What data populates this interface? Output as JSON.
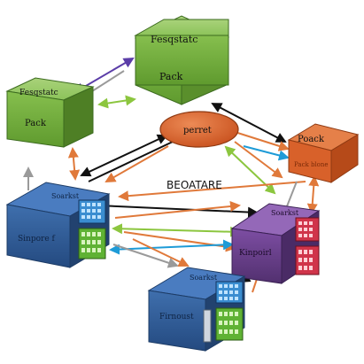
{
  "diagram": {
    "center_label": "BEOATARE",
    "nodes": {
      "top_green_box": {
        "top_label": "Fesqstatc",
        "front_label": "Pack",
        "color": "#7ab648"
      },
      "left_green_box": {
        "top_label": "Fesqstatc",
        "front_label": "Pack",
        "color": "#7ab648"
      },
      "center_ellipse": {
        "label": "perret",
        "color": "#d9622b"
      },
      "right_orange_box": {
        "front_label": "Poack",
        "sub_label": "Pack blone",
        "color": "#d9622b"
      },
      "left_server": {
        "top_label": "Soarkst",
        "front_label": "Sinpore f",
        "color": "#2f5d9a"
      },
      "right_server": {
        "top_label": "Soarkst",
        "front_label": "Kinpoirl",
        "color": "#6a3f8f"
      },
      "bottom_server": {
        "top_label": "Soarkst",
        "front_label": "Firnoust",
        "color": "#2f5d9a"
      }
    },
    "arrow_colors": {
      "black": "#111111",
      "orange": "#e0793a",
      "green": "#8cc63f",
      "blue": "#1e9bd7",
      "purple": "#5b3da8",
      "gray": "#9a9a9a"
    }
  }
}
